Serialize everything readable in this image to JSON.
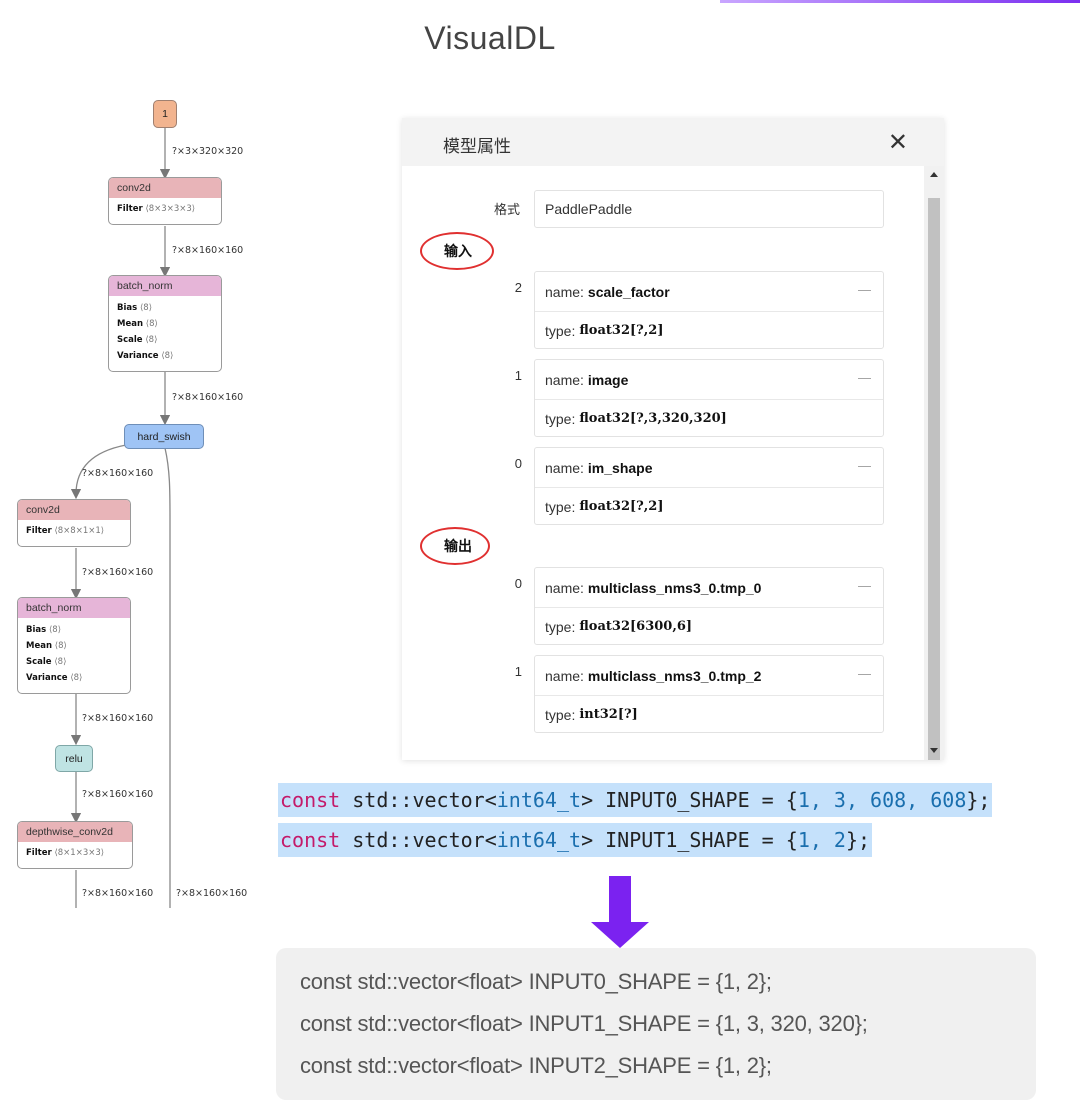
{
  "page": {
    "title": "VisualDL"
  },
  "graph": {
    "edge_labels": [
      "?×3×320×320",
      "?×8×160×160",
      "?×8×160×160",
      "?×8×160×160",
      "?×8×160×160",
      "?×8×160×160",
      "?×8×160×160",
      "?×8×160×160",
      "?×8×160×160"
    ],
    "input_node": "1",
    "nodes": {
      "conv1": {
        "name": "conv2d",
        "attrs": [
          {
            "k": "Filter",
            "v": "⟨8×3×3×3⟩"
          }
        ],
        "color": "#e8b4b8"
      },
      "bn1": {
        "name": "batch_norm",
        "attrs": [
          {
            "k": "Bias",
            "v": "⟨8⟩"
          },
          {
            "k": "Mean",
            "v": "⟨8⟩"
          },
          {
            "k": "Scale",
            "v": "⟨8⟩"
          },
          {
            "k": "Variance",
            "v": "⟨8⟩"
          }
        ],
        "color": "#e6b5d8"
      },
      "hswish": {
        "name": "hard_swish",
        "color": "#9fc4f5"
      },
      "conv2": {
        "name": "conv2d",
        "attrs": [
          {
            "k": "Filter",
            "v": "⟨8×8×1×1⟩"
          }
        ],
        "color": "#e8b4b8"
      },
      "bn2": {
        "name": "batch_norm",
        "attrs": [
          {
            "k": "Bias",
            "v": "⟨8⟩"
          },
          {
            "k": "Mean",
            "v": "⟨8⟩"
          },
          {
            "k": "Scale",
            "v": "⟨8⟩"
          },
          {
            "k": "Variance",
            "v": "⟨8⟩"
          }
        ],
        "color": "#e6b5d8"
      },
      "relu": {
        "name": "relu",
        "color": "#bfe3e3"
      },
      "dwconv": {
        "name": "depthwise_conv2d",
        "attrs": [
          {
            "k": "Filter",
            "v": "⟨8×1×3×3⟩"
          }
        ],
        "color": "#e8b4b8"
      }
    }
  },
  "dialog": {
    "title": "模型属性",
    "close_icon": "close-icon",
    "format_label": "格式",
    "format_value": "PaddlePaddle",
    "inputs_label": "输入",
    "outputs_label": "输出",
    "name_prefix": "name:",
    "type_prefix": "type:",
    "menu_glyph": "—",
    "inputs": [
      {
        "index": "2",
        "name": "scale_factor",
        "type": "float32[?,2]"
      },
      {
        "index": "1",
        "name": "image",
        "type": "float32[?,3,320,320]"
      },
      {
        "index": "0",
        "name": "im_shape",
        "type": "float32[?,2]"
      }
    ],
    "outputs": [
      {
        "index": "0",
        "name": "multiclass_nms3_0.tmp_0",
        "type": "float32[6300,6]"
      },
      {
        "index": "1",
        "name": "multiclass_nms3_0.tmp_2",
        "type": "int32[?]"
      }
    ]
  },
  "code_highlight": {
    "line1": {
      "kw": "const",
      "mid": " std::vector<",
      "ty": "int64_t",
      "rest": "> INPUT0_SHAPE = {",
      "nums": "1, 3, 608, 608",
      "end": "};"
    },
    "line2": {
      "kw": "const",
      "mid": " std::vector<",
      "ty": "int64_t",
      "rest": "> INPUT1_SHAPE = {",
      "nums": "1, 2",
      "end": "};"
    }
  },
  "arrow_color": "#7b22f0",
  "code_result": [
    "const std::vector<float> INPUT0_SHAPE = {1, 2};",
    "const std::vector<float> INPUT1_SHAPE = {1, 3, 320, 320};",
    "const std::vector<float> INPUT2_SHAPE = {1, 2};"
  ]
}
